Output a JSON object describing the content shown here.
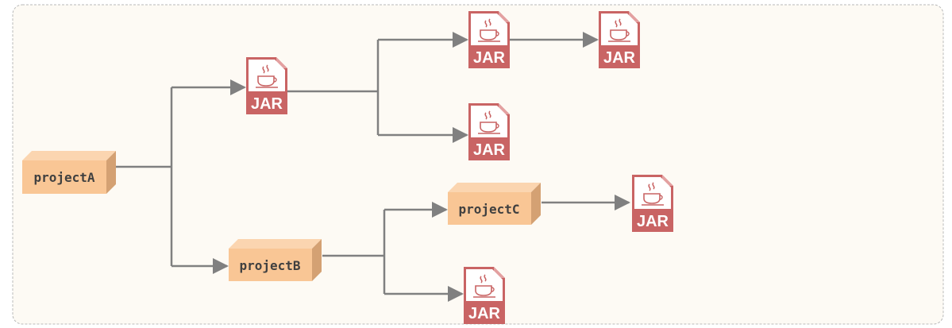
{
  "colors": {
    "panel_bg": "#fdfaf4",
    "panel_border": "#b9b9b9",
    "connector": "#808080",
    "box_front": "#f9c695",
    "box_top": "#fbd5b0",
    "box_side": "#d4a173",
    "box_text": "#404040",
    "jar_red": "#c96464",
    "jar_fold": "#e3a0a0",
    "jar_white": "#ffffff"
  },
  "icons": {
    "jar": "jar-file-icon",
    "coffee": "java-coffee-cup-icon"
  },
  "jar_label": "JAR",
  "projects": {
    "a": "projectA",
    "b": "projectB",
    "c": "projectC"
  }
}
